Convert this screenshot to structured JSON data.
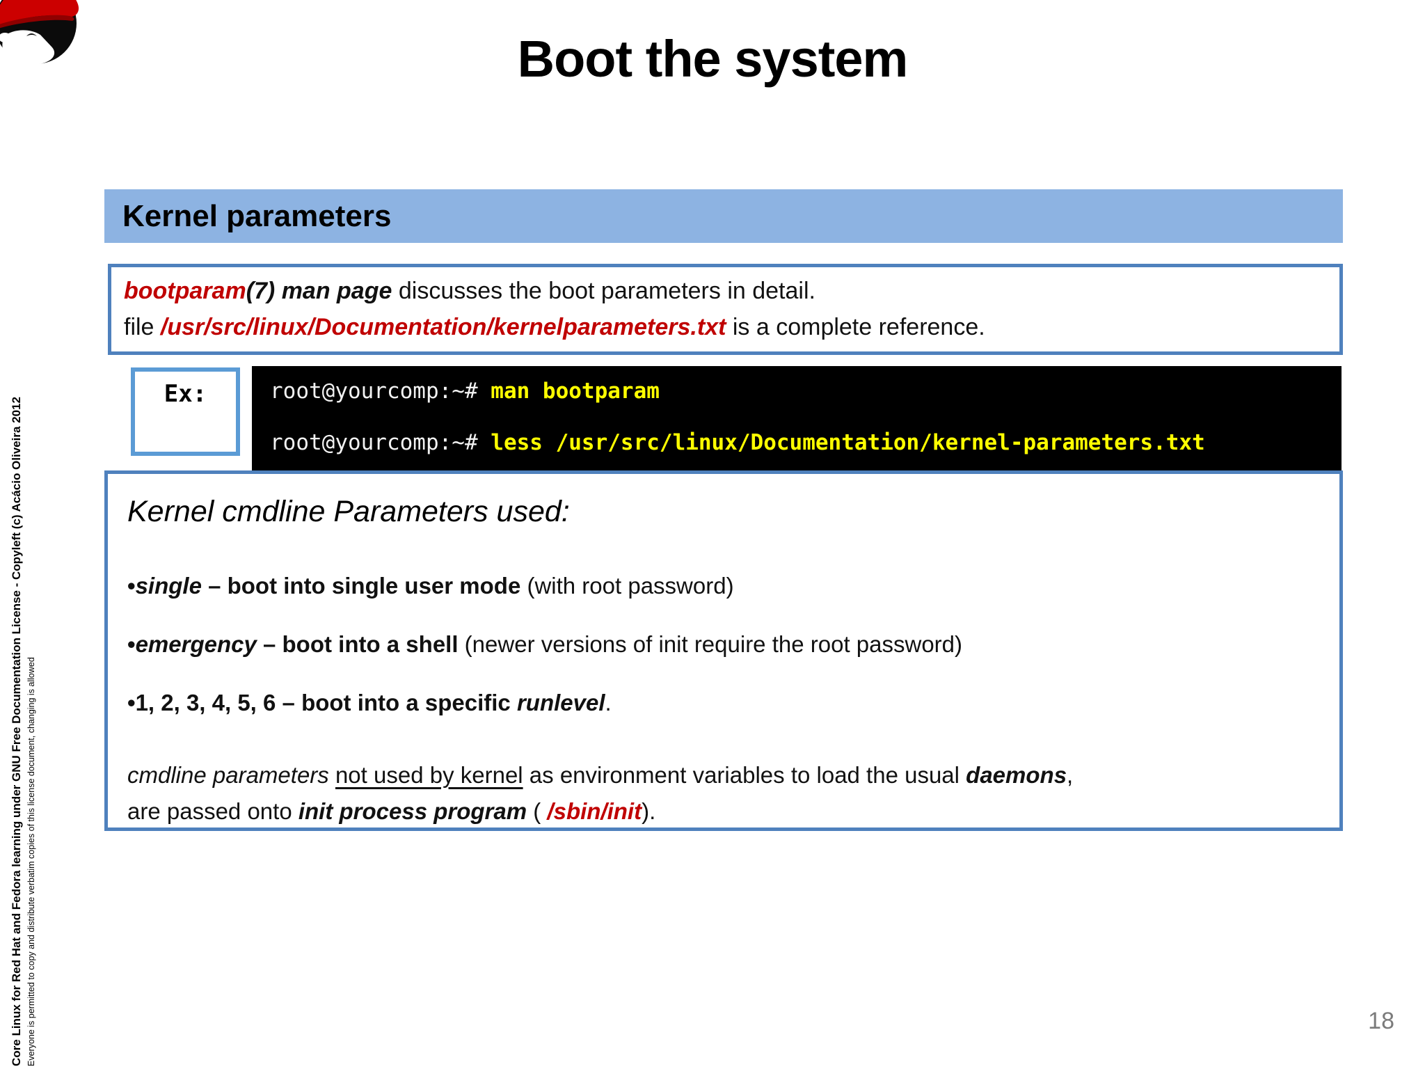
{
  "title": "Boot the system",
  "page_number": "18",
  "logo": {
    "icon": "redhat-shadowman-logo"
  },
  "section_header": "Kernel parameters",
  "intro_box": {
    "bootparam": "bootparam",
    "man_page": "(7) man page",
    "line1_rest": " discusses the boot parameters in detail.",
    "file_label": "file ",
    "file_path": "/usr/src/linux/Documentation/kernelparameters.txt",
    "line2_rest": " is a complete reference."
  },
  "example": {
    "label": "Ex:"
  },
  "terminal": {
    "prompt": "root@yourcomp:~# ",
    "command1": "man bootparam",
    "command2": "less /usr/src/linux/Documentation/kernel-parameters.txt"
  },
  "cmdline_box": {
    "heading": "Kernel cmdline Parameters used:",
    "bullet_char": "•",
    "bullets": [
      {
        "term": "single",
        "bold": " – boot into single user mode",
        "rest": " (with root password)"
      },
      {
        "term": "emergency",
        "bold": " – boot into a shell",
        "rest": " (newer versions of init require the root password)"
      },
      {
        "term": "1, 2, 3, 4, 5, 6",
        "bold": " – boot into a specific ",
        "italic": "runlevel",
        "rest": "."
      }
    ],
    "footer": {
      "italic_lead": "cmdline parameters ",
      "underlined": "not used by kernel",
      "mid": " as environment variables to load the usual ",
      "daemons": "daemons",
      "comma": ",",
      "line2_lead": "are passed onto ",
      "init_program": "init process program",
      "paren_open": " ( ",
      "sbin_init": "/sbin/init",
      "paren_close": ")."
    }
  },
  "sidebar": {
    "license_line": "Core Linux for Red Hat and Fedora learning under GNU Free Documentation License  - Copyleft (c) Acácio Oliveira 2012",
    "permission_line": "Everyone is permitted to copy and distribute verbatim copies of this license document, changing is allowed"
  },
  "colors": {
    "header_bg": "#8DB3E2",
    "box_border": "#4F81BD",
    "accent_red": "#C00000",
    "terminal_bg": "#000000",
    "terminal_command_yellow": "#FFFF00",
    "page_number_gray": "#7B7B7B"
  }
}
